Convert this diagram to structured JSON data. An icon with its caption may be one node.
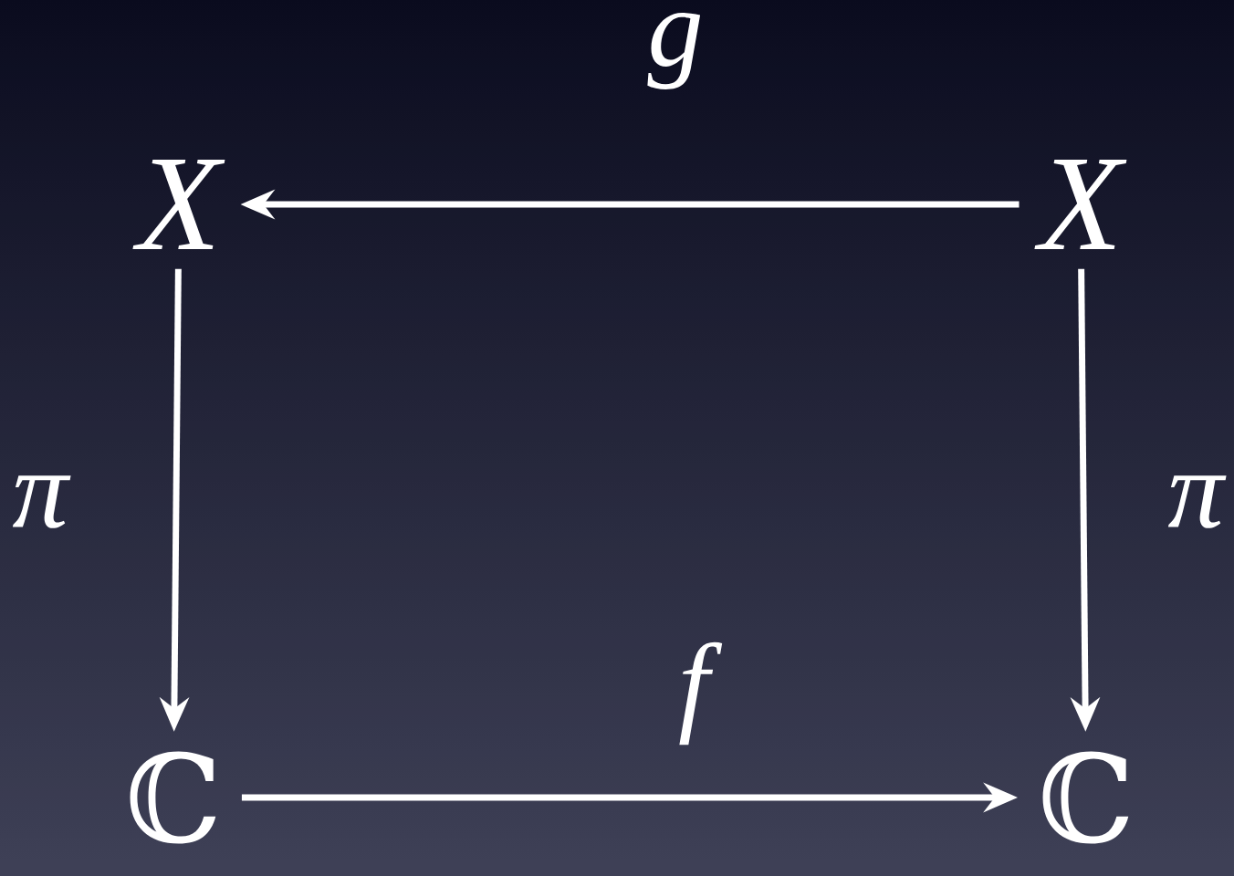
{
  "diagram": {
    "nodes": [
      {
        "text": [
          "X"
        ]
      },
      {
        "text": [
          "X"
        ]
      },
      {
        "text": [
          "ℂ"
        ]
      },
      {
        "text": [
          "ℂ"
        ]
      }
    ],
    "edges": [
      {
        "from": 1,
        "to": 0,
        "arrow": "to",
        "label": "g"
      },
      {
        "from": 0,
        "to": 2,
        "arrow": "to",
        "label": "π"
      },
      {
        "from": 1,
        "to": 3,
        "arrow": "to",
        "label": "π"
      },
      {
        "from": 2,
        "to": 3,
        "arrow": "to",
        "label": "f"
      }
    ]
  }
}
